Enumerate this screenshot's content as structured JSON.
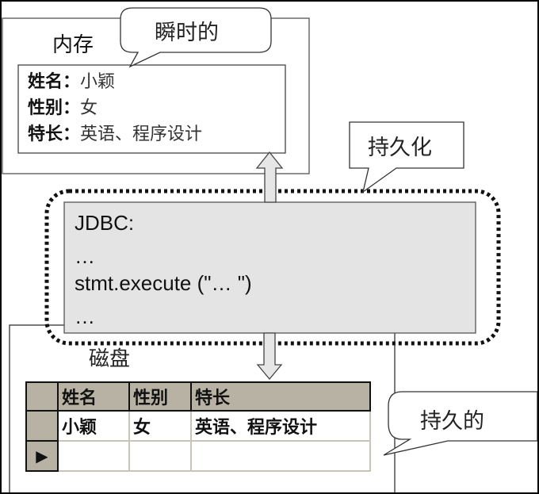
{
  "memory": {
    "title": "内存",
    "fields": [
      {
        "label": "姓名：",
        "value": "小颖"
      },
      {
        "label": "性别：",
        "value": "女"
      },
      {
        "label": "特长：",
        "value": "英语、程序设计"
      }
    ]
  },
  "callouts": {
    "transient": "瞬时的",
    "persistence": "持久化",
    "persistent": "持久的"
  },
  "code": {
    "lines": [
      "JDBC:",
      "…",
      "stmt.execute (\"… \")",
      "…"
    ]
  },
  "disk": {
    "title": "磁盘",
    "table": {
      "columns": [
        "姓名",
        "性别",
        "特长"
      ],
      "rows": [
        [
          "小颖",
          "女",
          "英语、程序设计"
        ]
      ],
      "current_row_marker": "▶"
    }
  },
  "colors": {
    "code_box_fill": "#e4e4e4",
    "table_header_fill": "#b8b2a5",
    "arrow_fill": "#e6e6e6"
  }
}
